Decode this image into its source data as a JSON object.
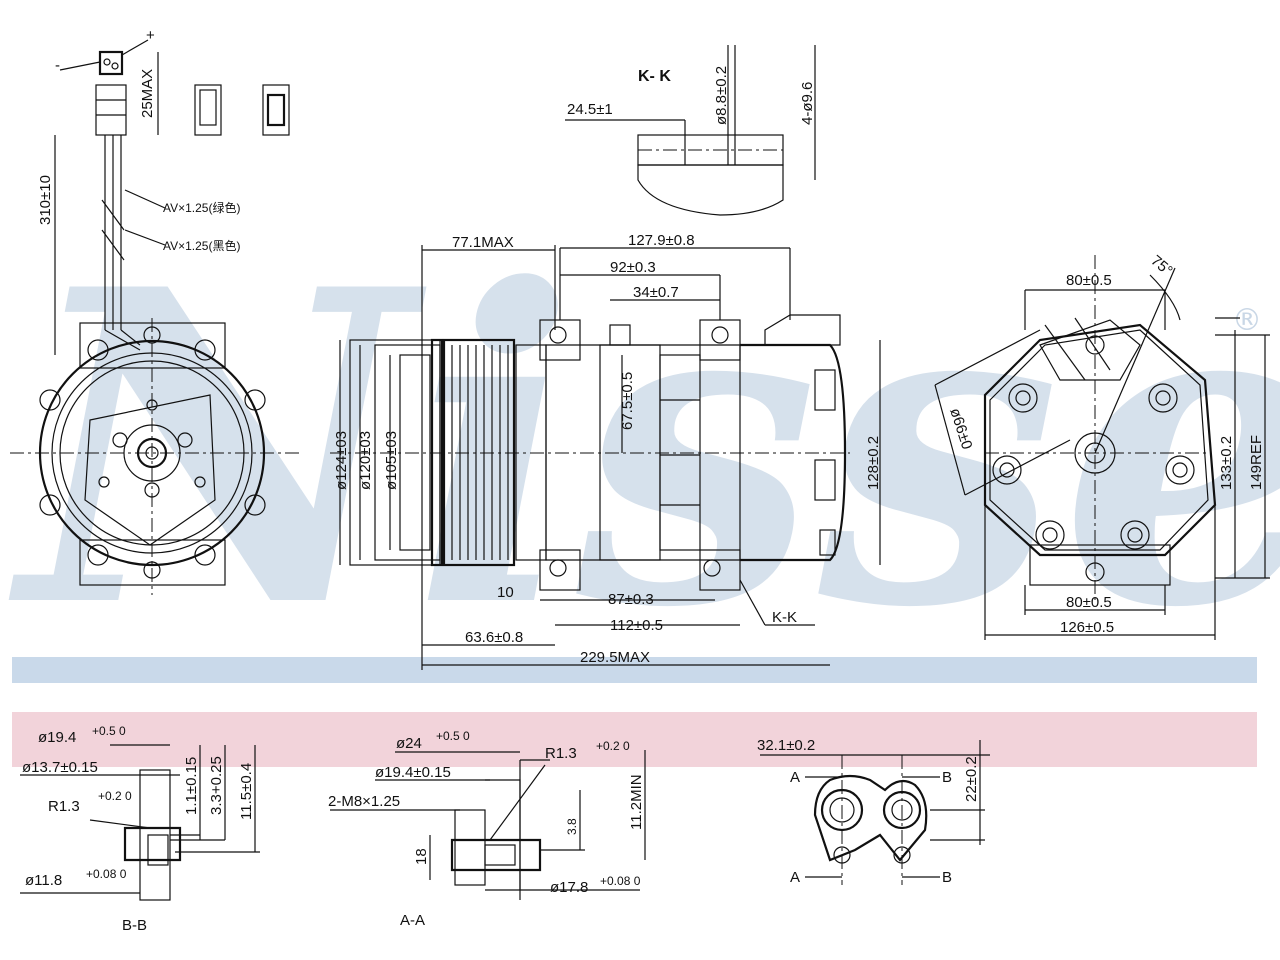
{
  "watermark": {
    "brand": "Nissens",
    "registered": "®"
  },
  "colors": {
    "watermark": "#c9d7e6",
    "band_blue": "#c9d9ea",
    "band_pink": "#f2d3da",
    "line": "#111111"
  },
  "connector_view": {
    "wire_a": "AV×1.25(绿色)",
    "wire_b": "AV×1.25(黑色)",
    "length": "310±10",
    "max": "25MAX",
    "minus": "-",
    "plus": "+"
  },
  "section_kk": {
    "title": "K- K",
    "d1": "24.5±1",
    "d2": "ø8.8±0.2",
    "d3": "4-ø9.6"
  },
  "side_view": {
    "d_771": "77.1MAX",
    "d_1279": "127.9±0.8",
    "d_92": "92±0.3",
    "d_34": "34±0.7",
    "d_675": "67.5±0.5",
    "d_124": "ø124±03",
    "d_120": "ø120±03",
    "d_105": "ø105±03",
    "d_128": "128±0.2",
    "d_10": "10",
    "d_87": "87±0.3",
    "d_636": "63.6±0.8",
    "d_112": "112±0.5",
    "d_2295": "229.5MAX",
    "kk_ref": "K-K"
  },
  "rear_view": {
    "d_80top": "80±0.5",
    "d_75": "75°",
    "d_66": "ø66±0",
    "d_133": "133±0.2",
    "d_149": "149REF",
    "d_80bot": "80±0.5",
    "d_126": "126±0.5"
  },
  "section_bb": {
    "label": "B-B",
    "d1": "ø19.4",
    "d1_tol": "+0.5 0",
    "d2": "ø13.7±0.15",
    "d3": "R1.3",
    "d3_tol": "+0.2 0",
    "d4": "ø11.8",
    "d4_tol": "+0.08 0",
    "d5": "1.1±0.15",
    "d6": "3.3+0.25",
    "d7": "11.5±0.4"
  },
  "section_aa": {
    "label": "A-A",
    "d1": "ø24",
    "d1_tol": "+0.5 0",
    "d2": "ø19.4±0.15",
    "d3": "2-M8×1.25",
    "d4": "R1.3",
    "d4_tol": "+0.2 0",
    "d5": "3.8",
    "d6": "11.2MIN",
    "d7": "18",
    "d8": "ø17.8",
    "d8_tol": "+0.08 0"
  },
  "port_view": {
    "d1": "32.1±0.2",
    "d2": "22±0.2",
    "a_top": "A",
    "a_bot": "A",
    "b_top": "B",
    "b_bot": "B"
  }
}
